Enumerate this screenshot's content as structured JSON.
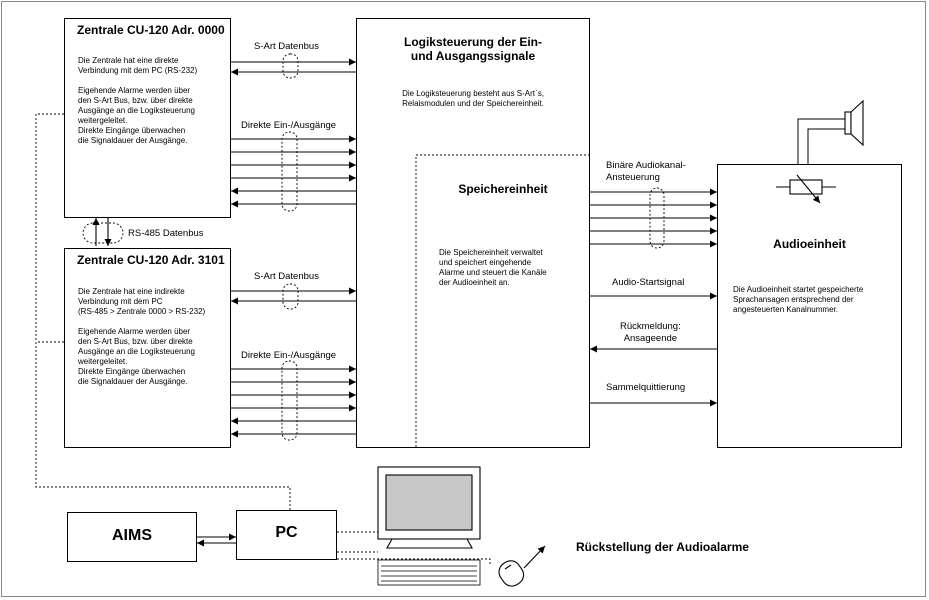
{
  "boxes": {
    "zentrale1": {
      "title": "Zentrale CU-120  Adr. 0000",
      "text": "Die Zentrale hat eine direkte\nVerbindung mit dem PC (RS-232)\n\nEigehende Alarme werden über\nden S-Art Bus, bzw. über direkte\nAusgänge an die Logiksteuerung\nweitergeleitet.\nDirekte Eingänge überwachen\ndie Signaldauer der Ausgänge."
    },
    "zentrale2": {
      "title": "Zentrale CU-120  Adr. 3101",
      "text": "Die Zentrale hat eine indirekte\nVerbindung mit dem PC\n(RS-485 > Zentrale 0000 > RS-232)\n\nEigehende Alarme werden über\nden S-Art Bus, bzw. über direkte\nAusgänge an die Logiksteuerung\nweitergeleitet.\nDirekte Eingänge überwachen\ndie Signaldauer der Ausgänge."
    },
    "logik": {
      "title": "Logiksteuerung der Ein-\nund Ausgangssignale",
      "text": "Die Logiksteuerung besteht aus S-Art`s,\nRelaismodulen und der Speichereinheit."
    },
    "speicher": {
      "title": "Speichereinheit",
      "text": "Die Speichereinheit verwaltet\nund speichert eingehende\nAlarme und steuert die Kanäle\nder Audioeinheit an."
    },
    "audio": {
      "title": "Audioeinheit",
      "text": "Die Audioeinheit startet gespeicherte\nSprachansagen entsprechend der\nangesteuerten Kanalnummer."
    },
    "aims": {
      "title": "AIMS"
    },
    "pc": {
      "title": "PC"
    }
  },
  "labels": {
    "sart1": "S-Art Datenbus",
    "direkt1": "Direkte Ein-/Ausgänge",
    "rs485": "RS-485 Datenbus",
    "sart2": "S-Art Datenbus",
    "direkt2": "Direkte Ein-/Ausgänge",
    "binaer": "Binäre Audiokanal-\nAnsteuerung",
    "startsignal": "Audio-Startsignal",
    "rueckmeldung": "Rückmeldung:\nAnsageende",
    "sammel": "Sammelquittierung",
    "reset": "Rückstellung der Audioalarme"
  },
  "icons": [
    "monitor-icon",
    "keyboard-icon",
    "mouse-icon",
    "speaker-icon",
    "potentiometer-icon"
  ]
}
